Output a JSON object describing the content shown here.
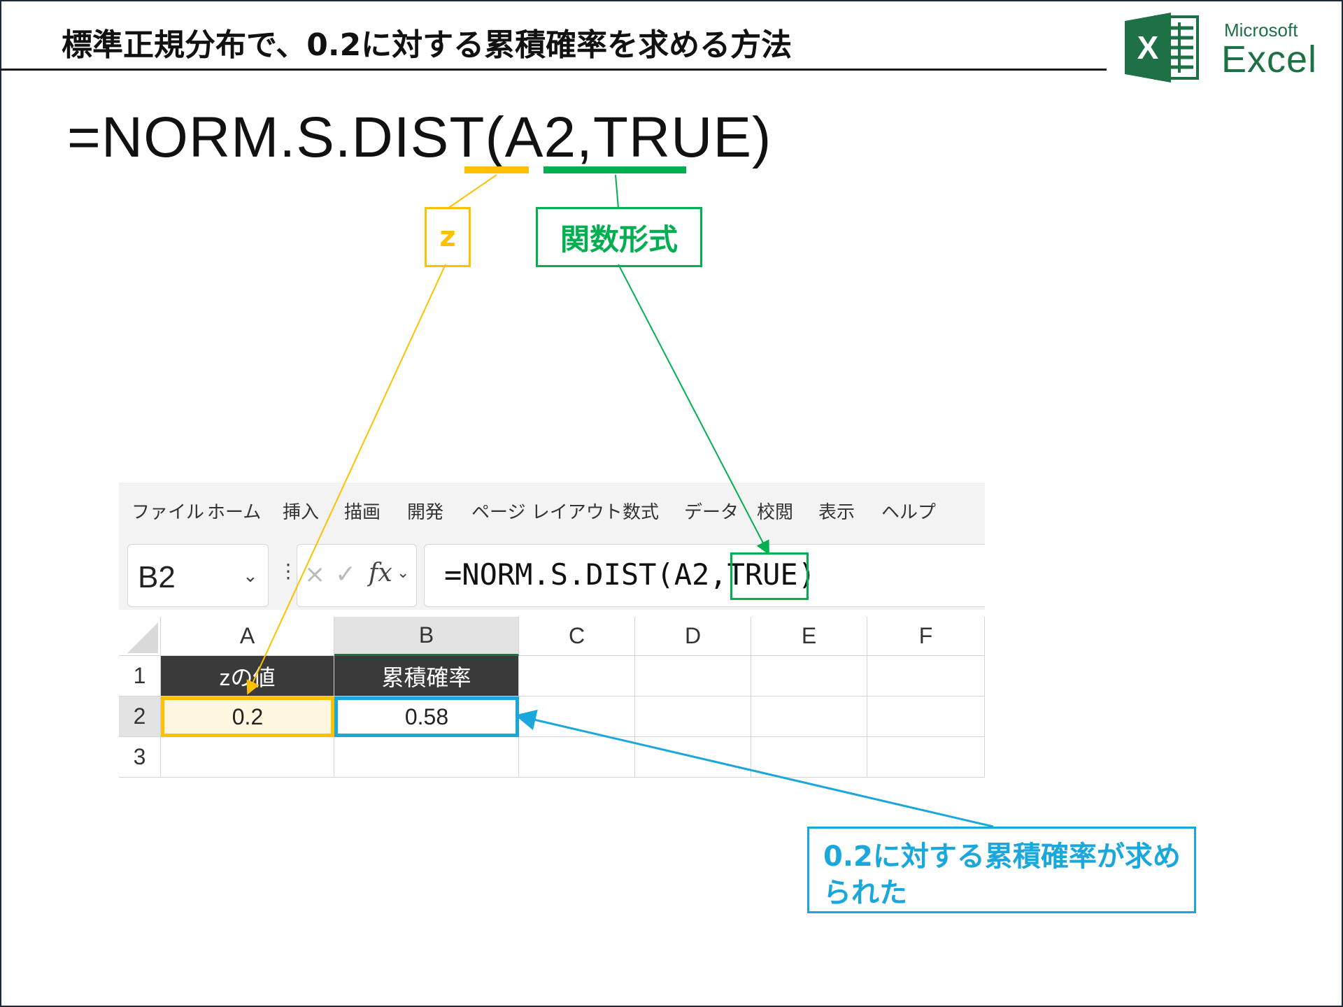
{
  "header": {
    "title": "標準正規分布で、0.2に対する累積確率を求める方法"
  },
  "logo": {
    "microsoft": "Microsoft",
    "excel": "Excel",
    "glyph": "X"
  },
  "formula": {
    "text": "=NORM.S.DIST(A2,TRUE)"
  },
  "callouts": {
    "z_label": "z",
    "function_type_label": "関数形式",
    "result_text": "0.2に対する累積確率が求められた"
  },
  "excel": {
    "ribbon_tabs": [
      "ファイル",
      "ホーム",
      "挿入",
      "描画",
      "開発",
      "ページ レイアウト",
      "数式",
      "データ",
      "校閲",
      "表示",
      "ヘルプ"
    ],
    "name_box": "B2",
    "fx": "fx",
    "formula_bar": "=NORM.S.DIST(A2,TRUE)",
    "columns": [
      "A",
      "B",
      "C",
      "D",
      "E",
      "F"
    ],
    "rows": [
      "1",
      "2",
      "3"
    ],
    "cells": {
      "A1": "zの値",
      "B1": "累積確率",
      "A2": "0.2",
      "B2": "0.58"
    }
  },
  "colors": {
    "z_accent": "#ffc000",
    "function_accent": "#00b050",
    "result_accent": "#1aa7dc",
    "header_fill": "#3a3a3a",
    "excel_green": "#1e7145"
  }
}
